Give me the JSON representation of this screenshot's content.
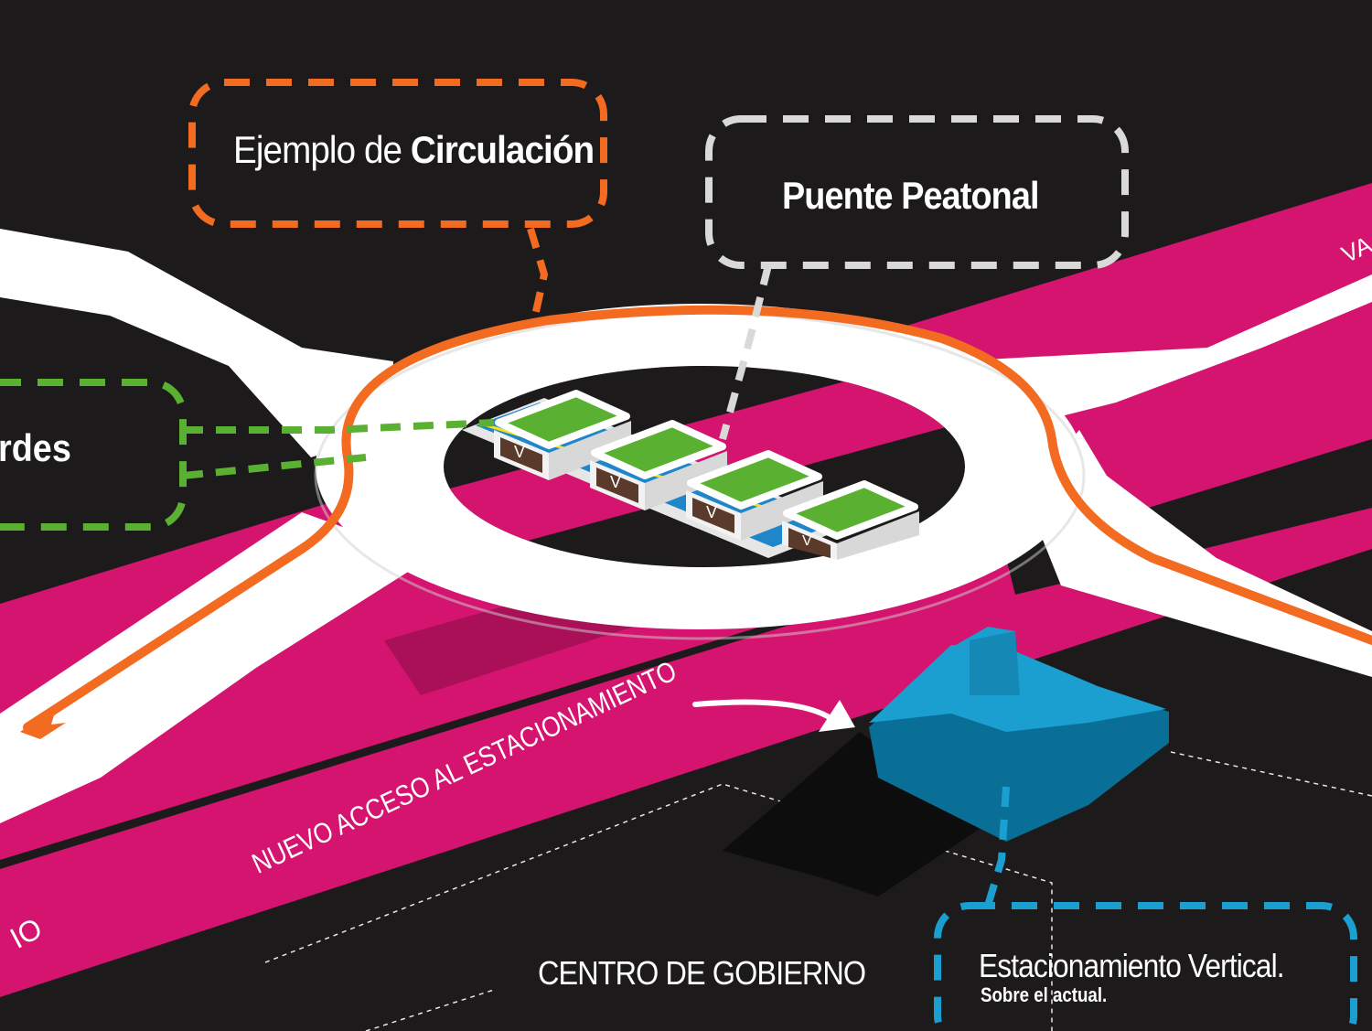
{
  "callouts": {
    "circulacion": {
      "prefix": "Ejemplo de ",
      "bold": "Circulación",
      "color": "#f26b21"
    },
    "puente": {
      "label": "Puente Peatonal",
      "color": "#d9d9d9"
    },
    "verdes": {
      "label": "rdes",
      "color": "#5ab031"
    },
    "estacionamiento": {
      "title": "Estacionamiento Vertical.",
      "subtitle": "Sobre el actual.",
      "color": "#1a9fd0"
    }
  },
  "labels": {
    "centro": "CENTRO DE GOBIERNO",
    "nuevo_acceso": "NUEVO ACCESO AL ESTACIONAMIENTO",
    "road_right": "VA",
    "road_left": "IO"
  },
  "colors": {
    "background": "#1c1a1b",
    "road_magenta": "#d4146f",
    "road_white": "#ffffff",
    "green_space": "#5ab031",
    "parking_blue": "#1a9fd0",
    "circulation_orange": "#f26b21"
  },
  "modules": {
    "count": 4,
    "marker": "V"
  }
}
